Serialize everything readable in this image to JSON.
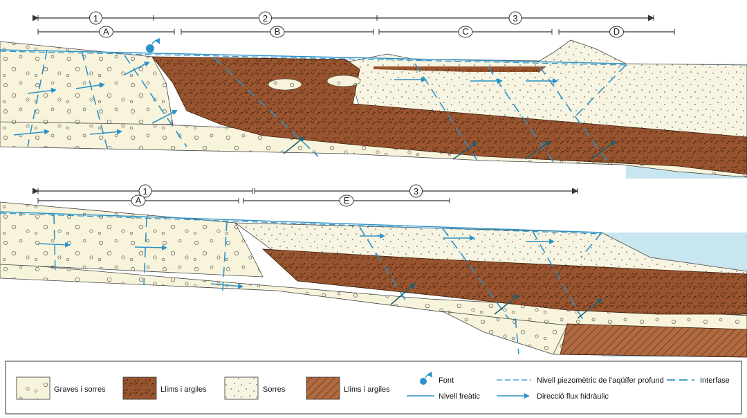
{
  "panels": [
    {
      "zones": [
        {
          "label": "1"
        },
        {
          "label": "2"
        },
        {
          "label": "3"
        }
      ],
      "subzones": [
        {
          "label": "A"
        },
        {
          "label": "B"
        },
        {
          "label": "C"
        },
        {
          "label": "D"
        }
      ]
    },
    {
      "zones": [
        {
          "label": "1"
        },
        {
          "label": "3"
        }
      ],
      "subzones": [
        {
          "label": "A"
        },
        {
          "label": "E"
        }
      ]
    }
  ],
  "legend": {
    "graves_sorres": "Graves i sorres",
    "llims_argiles_1": "Llims i argiles",
    "sorres": "Sorres",
    "llims_argiles_2": "Llims i argiles",
    "font": "Font",
    "nivell_freatic": "Nivell freàtic",
    "nivell_piezometric": "Nivell piezomètric de l'aqüífer profund",
    "direccio_flux": "Direcció flux hidràulic",
    "interfase": "Interfase"
  },
  "colors": {
    "gravel": "#f8f4dc",
    "silt": "#98542e",
    "sand": "#f7f4e2",
    "silt_hatched": "#b06a40",
    "water": "#2c92c8",
    "sea": "#c8e6ef",
    "ink": "#333333"
  }
}
